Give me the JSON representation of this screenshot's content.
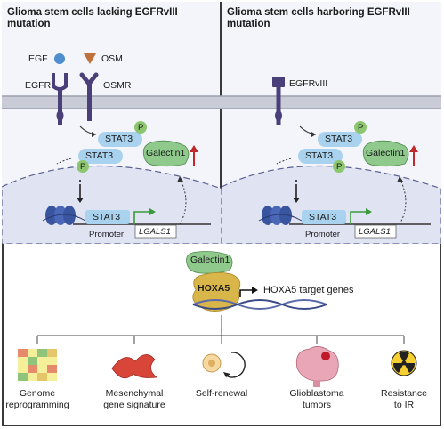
{
  "left_panel": {
    "title": "Glioma stem cells lacking EGFRvIII mutation",
    "egf": "EGF",
    "osm": "OSM",
    "egfr": "EGFR",
    "osmr": "OSMR",
    "stat3_top": "STAT3",
    "stat3_mid": "STAT3",
    "p_top": "P",
    "p_mid": "P",
    "galectin": "Galectin1",
    "stat3_nucleus": "STAT3",
    "gene": "LGALS1",
    "promoter": "Promoter"
  },
  "right_panel": {
    "title": "Glioma stem cells harboring EGFRvIII mutation",
    "receptor": "EGFRvIII",
    "stat3_top": "STAT3",
    "stat3_mid": "STAT3",
    "p_top": "P",
    "p_mid": "P",
    "galectin": "Galectin1",
    "stat3_nucleus": "STAT3",
    "gene": "LGALS1",
    "promoter": "Promoter"
  },
  "bottom_panel": {
    "galectin": "Galectin1",
    "hoxa5": "HOXA5",
    "target": "HOXA5 target genes",
    "outcomes": [
      {
        "line1": "Genome",
        "line2": "reprogramming"
      },
      {
        "line1": "Mesenchymal",
        "line2": "gene signature"
      },
      {
        "line1": "Self-renewal",
        "line2": ""
      },
      {
        "line1": "Glioblastoma",
        "line2": "tumors"
      },
      {
        "line1": "Resistance",
        "line2": "to IR"
      }
    ]
  },
  "colors": {
    "stat3": "#a9d2ee",
    "phospho": "#8cc66e",
    "galectin": "#8fca8c",
    "receptor": "#4a3f78",
    "membrane": "#b8bcc6",
    "nucleus": "#dfe3f2",
    "hoxa5": "#d8b64a",
    "up_arrow": "#c0282a",
    "egf": "#4f8fd0",
    "osm": "#c0703a"
  }
}
